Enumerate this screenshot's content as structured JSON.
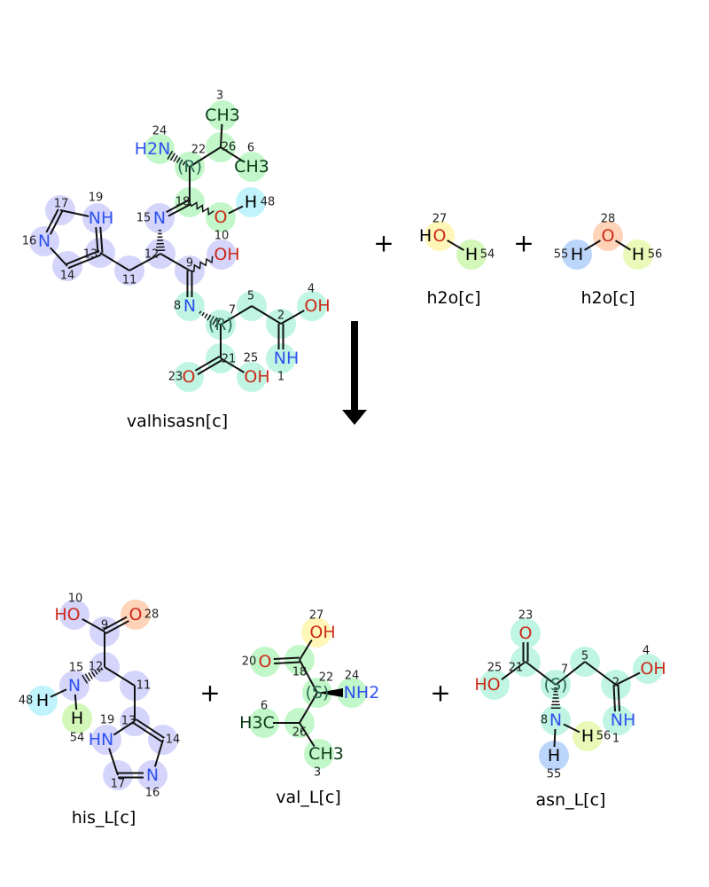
{
  "colors": {
    "purple": "#d5d5fb",
    "green": "#c2f7c9",
    "teal": "#bff5e2",
    "cyan": "#c0f3fb",
    "yellow": "#fff6b8",
    "lime": "#d2f7b8",
    "orange": "#ffd3b8",
    "blue": "#bcd6fb",
    "ygreen": "#eaf8b8",
    "N": "#2f52f0",
    "O": "#cc2a1a",
    "C": "#0b3d1a",
    "H": "#000000",
    "stereo": "#2b6b55"
  },
  "reaction": {
    "plus": "+",
    "arrow": "down-arrow-icon",
    "reactants": [
      {
        "name": "valhisasn[c]",
        "atoms": [
          {
            "id": "a3",
            "num": "3",
            "label": "CH3",
            "el": "C",
            "hl": "green"
          },
          {
            "id": "a26",
            "num": "26",
            "label": "",
            "el": "C",
            "hl": "green"
          },
          {
            "id": "a6",
            "num": "6",
            "label": "CH3",
            "el": "C",
            "hl": "green"
          },
          {
            "id": "a22",
            "num": "22",
            "label": "(R)",
            "el": "S",
            "hl": "green"
          },
          {
            "id": "a24",
            "num": "24",
            "label": "H2N",
            "el": "N",
            "hl": "green"
          },
          {
            "id": "a18",
            "num": "18",
            "label": "",
            "el": "C",
            "hl": "green"
          },
          {
            "id": "aO",
            "num": "",
            "label": "O",
            "el": "O",
            "hl": "green"
          },
          {
            "id": "a48",
            "num": "48",
            "label": "H",
            "el": "H",
            "hl": "cyan"
          },
          {
            "id": "a15",
            "num": "15",
            "label": "N",
            "el": "N",
            "hl": "purple"
          },
          {
            "id": "a19",
            "num": "19",
            "label": "NH",
            "el": "N",
            "hl": "purple"
          },
          {
            "id": "a17",
            "num": "17",
            "label": "",
            "el": "C",
            "hl": "purple"
          },
          {
            "id": "a16",
            "num": "16",
            "label": "N",
            "el": "N",
            "hl": "purple"
          },
          {
            "id": "a14",
            "num": "14",
            "label": "",
            "el": "C",
            "hl": "purple"
          },
          {
            "id": "a13",
            "num": "13",
            "label": "",
            "el": "C",
            "hl": "purple"
          },
          {
            "id": "a11",
            "num": "11",
            "label": "",
            "el": "C",
            "hl": "purple"
          },
          {
            "id": "a12",
            "num": "12",
            "label": "",
            "el": "C",
            "hl": "purple"
          },
          {
            "id": "a9",
            "num": "9",
            "label": "",
            "el": "C",
            "hl": "purple"
          },
          {
            "id": "a10",
            "num": "10",
            "label": "OH",
            "el": "O",
            "hl": "purple"
          },
          {
            "id": "a8",
            "num": "8",
            "label": "N",
            "el": "N",
            "hl": "teal"
          },
          {
            "id": "a7",
            "num": "7",
            "label": "(R)",
            "el": "S",
            "hl": "teal"
          },
          {
            "id": "a5",
            "num": "5",
            "label": "",
            "el": "C",
            "hl": "teal"
          },
          {
            "id": "a2",
            "num": "2",
            "label": "",
            "el": "C",
            "hl": "teal"
          },
          {
            "id": "a4",
            "num": "4",
            "label": "OH",
            "el": "O",
            "hl": "teal"
          },
          {
            "id": "a1",
            "num": "1",
            "label": "NH",
            "el": "N",
            "hl": "teal"
          },
          {
            "id": "a21",
            "num": "21",
            "label": "",
            "el": "C",
            "hl": "teal"
          },
          {
            "id": "a23",
            "num": "23",
            "label": "O",
            "el": "O",
            "hl": "teal"
          },
          {
            "id": "a25",
            "num": "25",
            "label": "OH",
            "el": "O",
            "hl": "teal"
          }
        ]
      },
      {
        "name": "h2o[c]",
        "atoms": [
          {
            "id": "w1H",
            "num": "",
            "label": "H",
            "el": "H",
            "hl": ""
          },
          {
            "id": "w27",
            "num": "27",
            "label": "O",
            "el": "O",
            "hl": "yellow"
          },
          {
            "id": "w54",
            "num": "54",
            "label": "H",
            "el": "H",
            "hl": "lime"
          }
        ]
      },
      {
        "name": "h2o[c]",
        "atoms": [
          {
            "id": "x55",
            "num": "55",
            "label": "H",
            "el": "H",
            "hl": "blue"
          },
          {
            "id": "x28",
            "num": "28",
            "label": "O",
            "el": "O",
            "hl": "orange"
          },
          {
            "id": "x56",
            "num": "56",
            "label": "H",
            "el": "H",
            "hl": "ygreen"
          }
        ]
      }
    ],
    "products": [
      {
        "name": "his_L[c]",
        "atoms": [
          {
            "id": "b10",
            "num": "10",
            "label": "HO",
            "el": "O",
            "hl": "purple"
          },
          {
            "id": "b28",
            "num": "28",
            "label": "O",
            "el": "O",
            "hl": "orange"
          },
          {
            "id": "b9",
            "num": "9",
            "label": "",
            "el": "C",
            "hl": "purple"
          },
          {
            "id": "b12",
            "num": "12",
            "label": "",
            "el": "C",
            "hl": "purple"
          },
          {
            "id": "b15",
            "num": "15",
            "label": "N",
            "el": "N",
            "hl": "purple"
          },
          {
            "id": "b48",
            "num": "48",
            "label": "H",
            "el": "H",
            "hl": "cyan"
          },
          {
            "id": "b54",
            "num": "54",
            "label": "H",
            "el": "H",
            "hl": "lime"
          },
          {
            "id": "b11",
            "num": "11",
            "label": "",
            "el": "C",
            "hl": "purple"
          },
          {
            "id": "b13",
            "num": "13",
            "label": "",
            "el": "C",
            "hl": "purple"
          },
          {
            "id": "b19",
            "num": "19",
            "label": "HN",
            "el": "N",
            "hl": "purple"
          },
          {
            "id": "b14",
            "num": "14",
            "label": "",
            "el": "C",
            "hl": "purple"
          },
          {
            "id": "b17",
            "num": "17",
            "label": "",
            "el": "C",
            "hl": "purple"
          },
          {
            "id": "b16",
            "num": "16",
            "label": "N",
            "el": "N",
            "hl": "purple"
          }
        ]
      },
      {
        "name": "val_L[c]",
        "atoms": [
          {
            "id": "c27",
            "num": "27",
            "label": "OH",
            "el": "O",
            "hl": "yellow"
          },
          {
            "id": "c18",
            "num": "18",
            "label": "",
            "el": "C",
            "hl": "green"
          },
          {
            "id": "c20",
            "num": "20",
            "label": "O",
            "el": "O",
            "hl": "green"
          },
          {
            "id": "c22",
            "num": "22",
            "label": "(S)",
            "el": "S",
            "hl": "green"
          },
          {
            "id": "c24",
            "num": "24",
            "label": "NH2",
            "el": "N",
            "hl": "green"
          },
          {
            "id": "c26",
            "num": "26",
            "label": "",
            "el": "C",
            "hl": "green"
          },
          {
            "id": "c6",
            "num": "6",
            "label": "H3C",
            "el": "C",
            "hl": "green"
          },
          {
            "id": "c3",
            "num": "3",
            "label": "CH3",
            "el": "C",
            "hl": "green"
          }
        ]
      },
      {
        "name": "asn_L[c]",
        "atoms": [
          {
            "id": "d23",
            "num": "23",
            "label": "O",
            "el": "O",
            "hl": "teal"
          },
          {
            "id": "d21",
            "num": "21",
            "label": "",
            "el": "C",
            "hl": "teal"
          },
          {
            "id": "d25",
            "num": "25",
            "label": "HO",
            "el": "O",
            "hl": "teal"
          },
          {
            "id": "d7",
            "num": "7",
            "label": "(S)",
            "el": "S",
            "hl": "teal"
          },
          {
            "id": "d5",
            "num": "5",
            "label": "",
            "el": "C",
            "hl": "teal"
          },
          {
            "id": "d2",
            "num": "2",
            "label": "",
            "el": "C",
            "hl": "teal"
          },
          {
            "id": "d4",
            "num": "4",
            "label": "OH",
            "el": "O",
            "hl": "teal"
          },
          {
            "id": "d1",
            "num": "1",
            "label": "NH",
            "el": "N",
            "hl": "teal"
          },
          {
            "id": "d8",
            "num": "8",
            "label": "N",
            "el": "N",
            "hl": "teal"
          },
          {
            "id": "d56",
            "num": "56",
            "label": "H",
            "el": "H",
            "hl": "ygreen"
          },
          {
            "id": "d55",
            "num": "55",
            "label": "H",
            "el": "H",
            "hl": "blue"
          }
        ]
      }
    ]
  }
}
